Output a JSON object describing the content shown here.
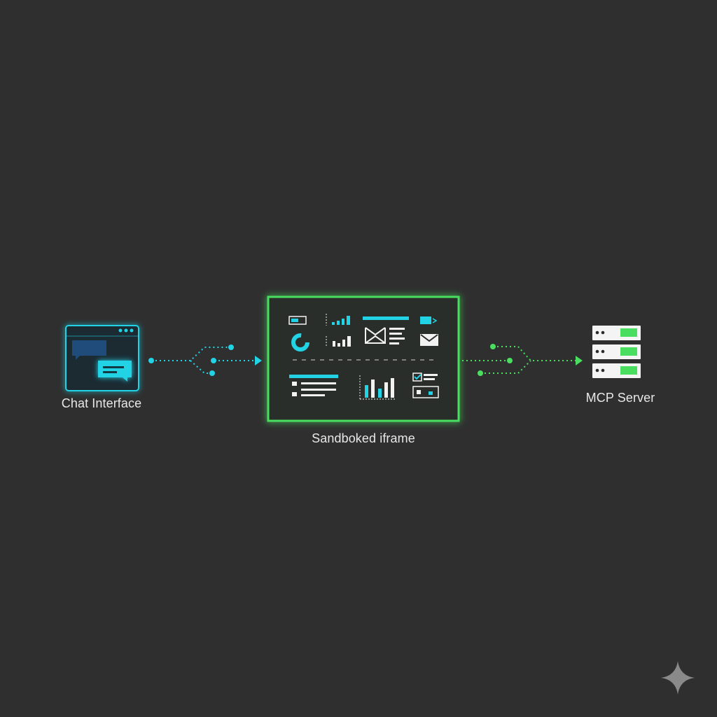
{
  "nodes": {
    "chat": {
      "label": "Chat Interface",
      "icon": "chat-window-icon"
    },
    "iframe": {
      "label": "Sandboked iframe",
      "icon": "dashboard-widgets-icon"
    },
    "server": {
      "label": "MCP Server",
      "icon": "server-rack-icon"
    }
  },
  "connectors": {
    "left": {
      "from": "chat",
      "to": "iframe",
      "style": "dotted",
      "color": "#22d3e6"
    },
    "right": {
      "from": "iframe",
      "to": "server",
      "style": "dotted",
      "color": "#4ade60"
    }
  },
  "colors": {
    "background": "#2f2f2f",
    "cyan": "#22d3e6",
    "green": "#4ade60",
    "white": "#f2f2f2"
  },
  "watermark": {
    "icon": "sparkle-icon"
  }
}
